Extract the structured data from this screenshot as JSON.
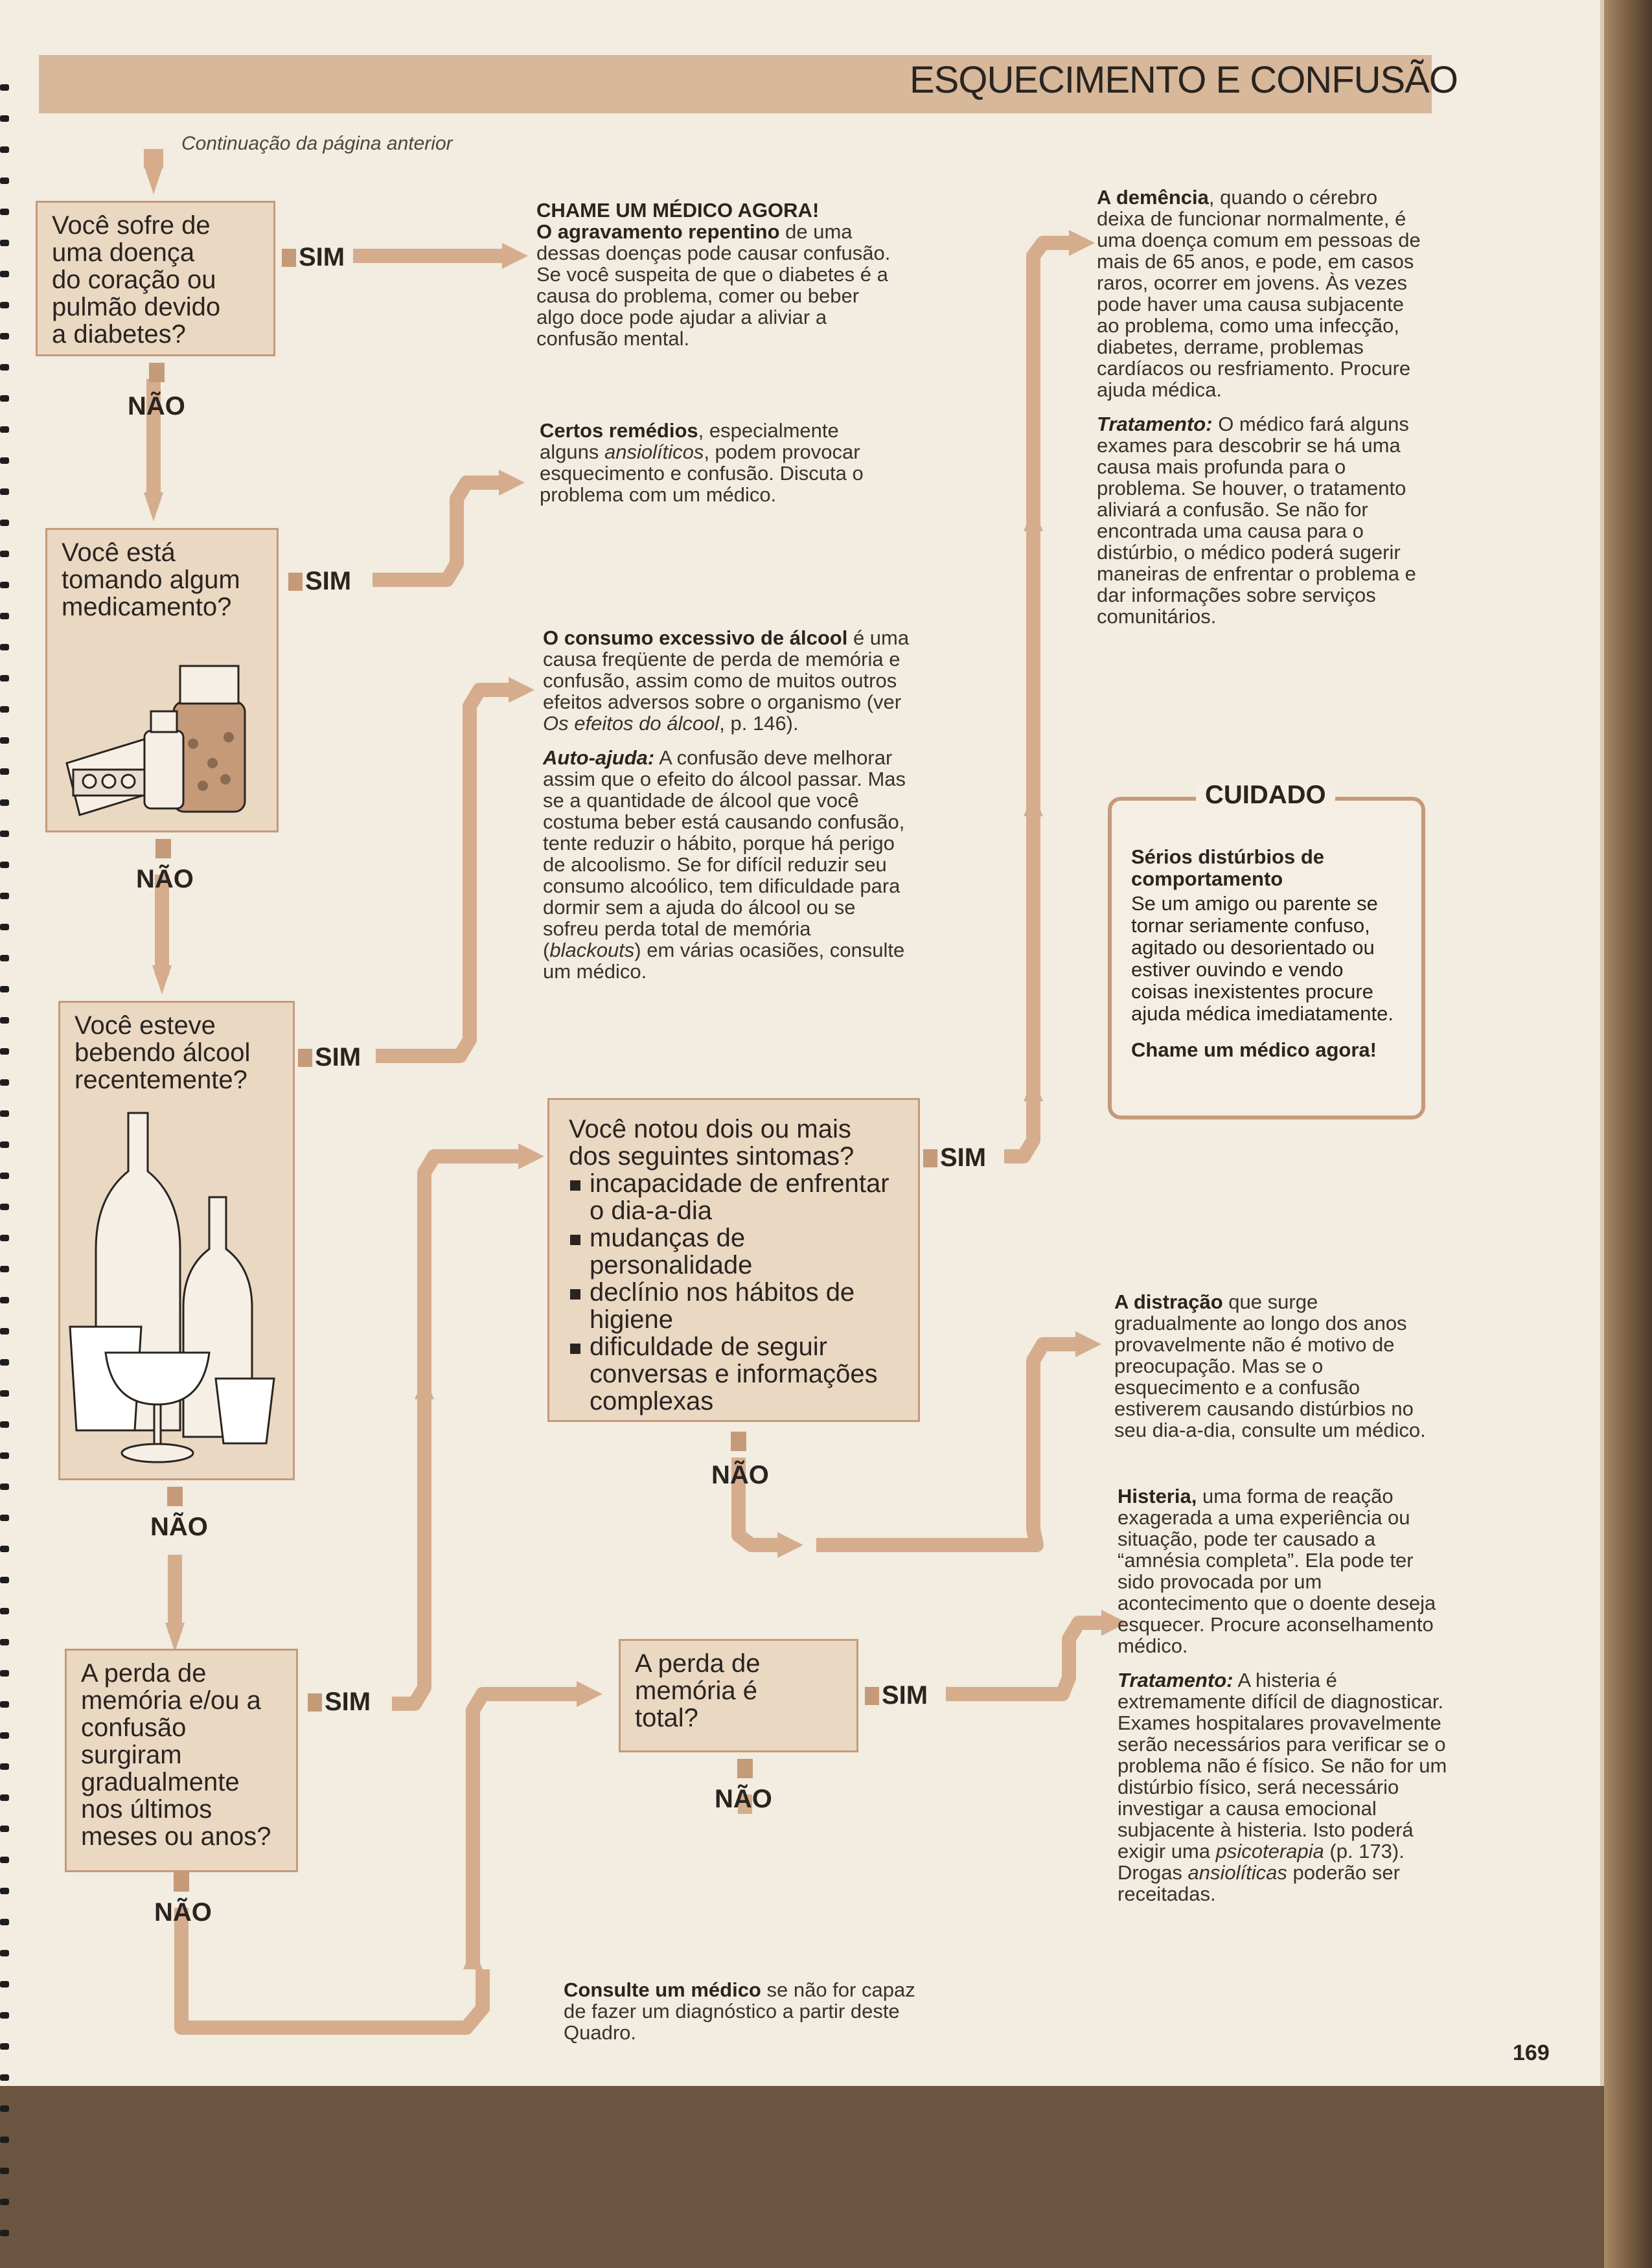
{
  "header": {
    "title": "ESQUECIMENTO E CONFUSÃO",
    "continuation": "Continuação da página anterior"
  },
  "flow": {
    "q1": "Você sofre de\numa doença\ndo coração ou\npulmão devido\na diabetes?",
    "q2": "Você está\ntomando algum\nmedicamento?",
    "q3": "Você esteve\nbebendo álcool\nrecentemente?",
    "q4": "A perda de\nmemória e/ou a\nconfusão\nsurgiram\ngradualmente\nnos últimos\nmeses ou anos?",
    "q5": "A perda de\nmemória é\ntotal?",
    "symptoms_title": "Você notou dois ou mais dos seguintes sintomas?",
    "symptoms": [
      "incapacidade de enfrentar o dia-a-dia",
      "mudanças de personalidade",
      "declínio nos hábitos de higiene",
      "dificuldade de seguir conversas e informações complexas"
    ],
    "yes": "SIM",
    "no": "NÃO"
  },
  "results": {
    "call_doctor_title": "CHAME UM MÉDICO AGORA!",
    "call_doctor_lead": "O agravamento repentino",
    "call_doctor_text": " de uma dessas doenças pode causar confusão. Se você suspeita de que o diabetes é a causa do problema, comer ou beber algo doce pode ajudar a aliviar a confusão mental.",
    "meds_lead": "Certos remédios",
    "meds_mid1": ", especialmente alguns ",
    "meds_italic": "ansiolíticos",
    "meds_text": ", podem provocar esquecimento e confusão. Discuta o problema com um médico.",
    "alcohol_lead": "O consumo excessivo de álcool",
    "alcohol_text1": " é uma causa freqüente de perda de memória e confusão, assim como de muitos outros efeitos adversos sobre o organismo (ver ",
    "alcohol_ref": "Os efeitos do álcool",
    "alcohol_text2": ", p. 146).",
    "selfhelp_lead": "Auto-ajuda:",
    "selfhelp_text1": " A confusão deve melhorar assim que o efeito do álcool passar. Mas se a quantidade de álcool que você costuma beber está causando confusão, tente reduzir o hábito, porque há perigo de alcoolismo. Se for difícil reduzir seu consumo alcoólico, tem dificuldade para dormir sem a ajuda do álcool ou se sofreu perda total de memória (",
    "selfhelp_italic": "blackouts",
    "selfhelp_text2": ") em várias ocasiões, consulte um médico.",
    "dementia_lead": "A demência",
    "dementia_text": ", quando o cérebro deixa de funcionar normalmente, é uma doença comum em pessoas de mais de 65 anos, e pode, em casos raros, ocorrer em jovens. Às vezes pode haver uma causa subjacente ao problema, como uma infecção, diabetes, derrame, problemas cardíacos ou resfriamento. Procure ajuda médica.",
    "dementia_treat_lead": "Tratamento:",
    "dementia_treat_text": " O médico fará alguns exames para descobrir se há uma causa mais profunda para o problema. Se houver, o tratamento aliviará a confusão. Se não for encontrada uma causa para o distúrbio, o médico poderá sugerir maneiras de enfrentar o problema e dar informações sobre serviços comunitários.",
    "distraction_lead": "A distração",
    "distraction_text": " que surge gradualmente ao longo dos anos provavelmente não é motivo de preocupação. Mas se o esquecimento e a confusão estiverem causando distúrbios no seu dia-a-dia, consulte um médico.",
    "hysteria_lead": "Histeria,",
    "hysteria_text": " uma forma de reação exagerada a uma experiência ou situação, pode ter causado a “amnésia completa”. Ela pode ter sido provocada por um acontecimento que o doente deseja esquecer. Procure aconselhamento médico.",
    "hysteria_treat_lead": "Tratamento:",
    "hysteria_treat_text1": " A histeria é extremamente difícil de diagnosticar. Exames hospitalares provavelmente serão necessários para verificar se o problema não é físico. Se não for um distúrbio físico, será necessário investigar a causa emocional subjacente à histeria. Isto poderá exigir uma ",
    "hysteria_treat_italic1": "psicoterapia",
    "hysteria_treat_text2": " (p. 173). Drogas ",
    "hysteria_treat_italic2": "ansiolíticas",
    "hysteria_treat_text3": " poderão ser receitadas.",
    "consult_lead": "Consulte um médico",
    "consult_text": " se não for capaz de fazer um diagnóstico a partir deste Quadro."
  },
  "warning": {
    "title": "CUIDADO",
    "subtitle": "Sérios distúrbios de comportamento",
    "text": "Se um amigo ou parente se tornar seriamente confuso, agitado ou desorientado ou estiver ouvindo e vendo coisas inexistentes procure ajuda médica imediatamente.",
    "call": "Chame um médico agora!"
  },
  "footer": {
    "page_number": "169"
  },
  "colors": {
    "arrow": "#d5ad8c",
    "box_fill": "#ead8c3",
    "box_border": "#c59a79",
    "header_band": "#d7b89a"
  }
}
